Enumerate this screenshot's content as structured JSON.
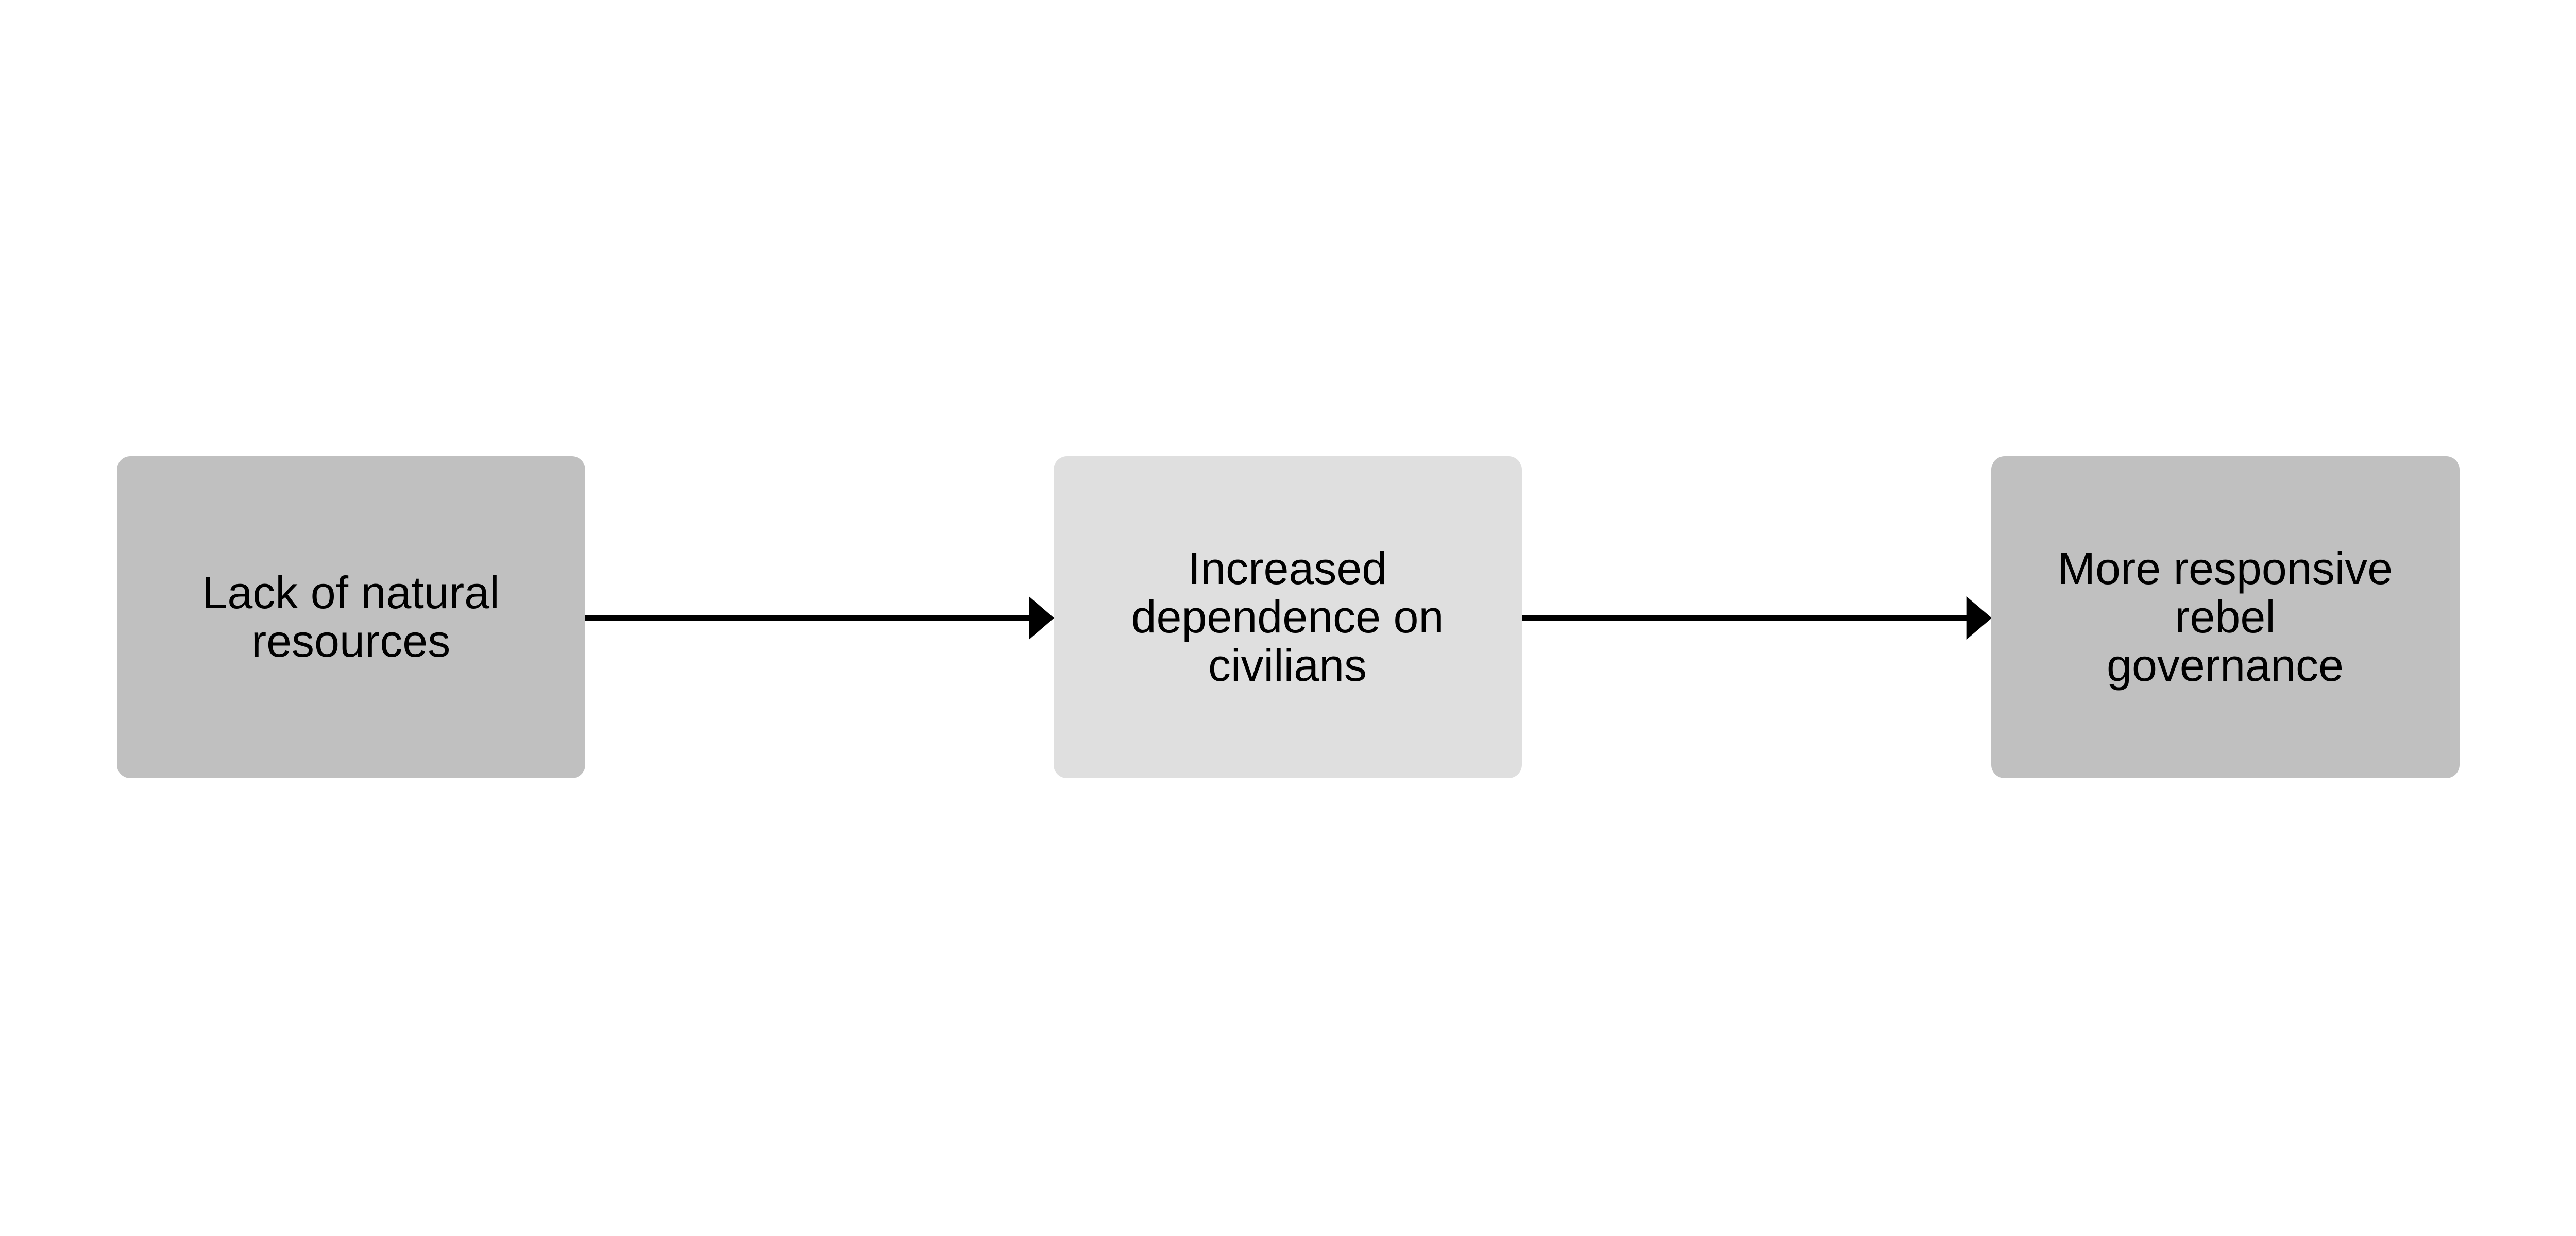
{
  "diagram": {
    "nodes": [
      {
        "id": "n1",
        "label": "Lack of natural\nresources",
        "color": "#c0c0c0"
      },
      {
        "id": "n2",
        "label": "Increased\ndependence on\ncivilians",
        "color": "#dfdfdf"
      },
      {
        "id": "n3",
        "label": "More responsive\nrebel\ngovernance",
        "color": "#c0c0c0"
      }
    ],
    "edges": [
      {
        "from": "n1",
        "to": "n2"
      },
      {
        "from": "n2",
        "to": "n3"
      }
    ],
    "arrow_color": "#000000"
  }
}
